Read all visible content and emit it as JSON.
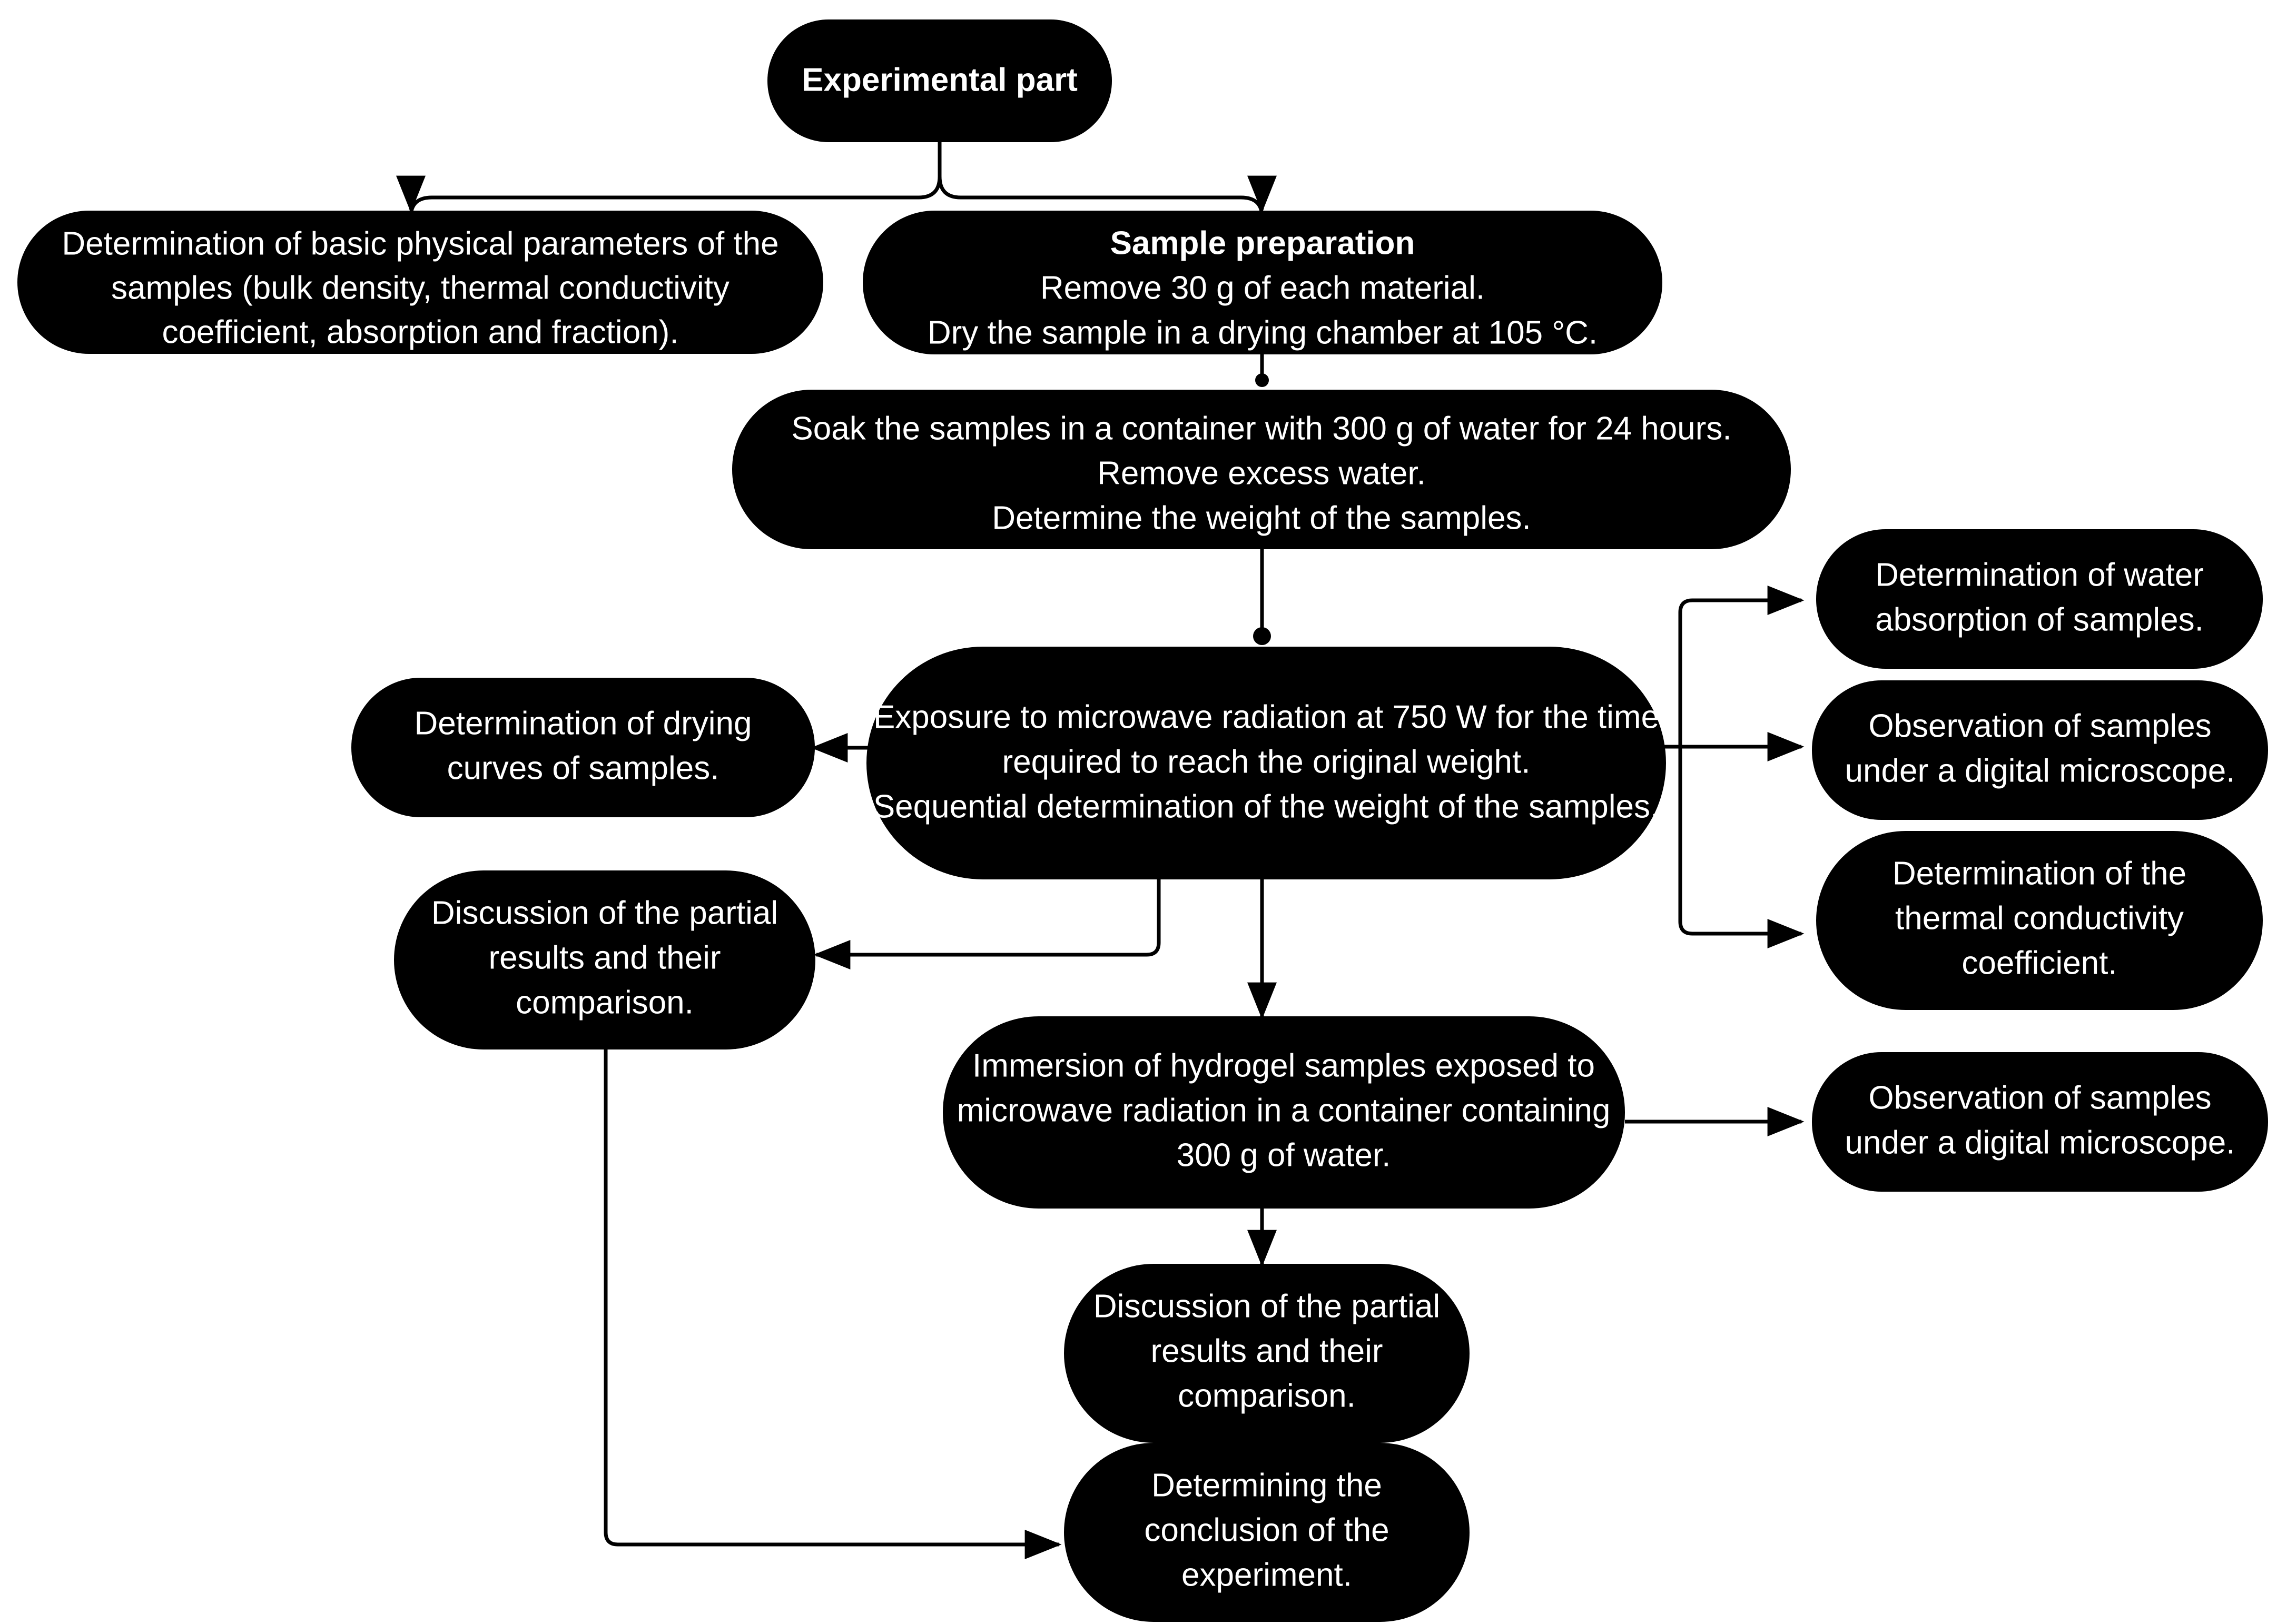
{
  "diagram": {
    "title": "Experimental part flowchart",
    "background_color": "#ffffff",
    "node_fill_color": "#000000",
    "node_text_color": "#ffffff",
    "connector_color": "#000000"
  },
  "nodes": {
    "root": {
      "label": "Experimental part",
      "bold": true
    },
    "basic_params": {
      "line1": "Determination of basic physical parameters of the",
      "line2": "samples (bulk density, thermal conductivity",
      "line3": "coefficient, absorption and fraction)."
    },
    "sample_prep": {
      "line1": "Sample preparation",
      "line2": "Remove 30 g of each material.",
      "line3": "Dry the sample in a drying chamber at 105 °C."
    },
    "soak": {
      "line1": "Soak the samples in a container with 300 g of water for 24 hours.",
      "line2": "Remove excess water.",
      "line3": "Determine the weight of the samples."
    },
    "microwave": {
      "line1": "Exposure to microwave radiation at 750 W for the time",
      "line2": "required to reach the original weight.",
      "line3": "Sequential determination of the weight of the samples."
    },
    "drying_curves": {
      "line1": "Determination of drying",
      "line2": "curves of samples."
    },
    "water_absorption": {
      "line1": "Determination of water",
      "line2": "absorption of samples."
    },
    "microscope_top": {
      "line1": "Observation of samples",
      "line2": "under a digital microscope."
    },
    "thermal_conductivity": {
      "line1": "Determination of the",
      "line2": "thermal conductivity",
      "line3": "coefficient."
    },
    "discussion_left": {
      "line1": "Discussion of the partial",
      "line2": "results and their",
      "line3": "comparison."
    },
    "immersion": {
      "line1": "Immersion of hydrogel samples exposed to",
      "line2": "microwave radiation in a container containing",
      "line3": "300 g of water."
    },
    "microscope_bottom": {
      "line1": "Observation of samples",
      "line2": "under a digital microscope."
    },
    "discussion_center": {
      "line1": "Discussion of the partial",
      "line2": "results and their",
      "line3": "comparison."
    },
    "conclusion": {
      "line1": "Determining the",
      "line2": "conclusion of the",
      "line3": "experiment."
    }
  },
  "edges": [
    {
      "name": "root-to-basic-params",
      "from": "root",
      "to": "basic_params",
      "style": "arrow"
    },
    {
      "name": "root-to-sample-prep",
      "from": "root",
      "to": "sample_prep",
      "style": "arrow"
    },
    {
      "name": "sample-prep-to-soak",
      "from": "sample_prep",
      "to": "soak",
      "style": "dot"
    },
    {
      "name": "soak-to-microwave",
      "from": "soak",
      "to": "microwave",
      "style": "dot"
    },
    {
      "name": "microwave-to-drying-curves",
      "from": "microwave",
      "to": "drying_curves",
      "style": "arrow"
    },
    {
      "name": "microwave-to-water-absorption",
      "from": "microwave",
      "to": "water_absorption",
      "style": "arrow"
    },
    {
      "name": "microwave-to-microscope-top",
      "from": "microwave",
      "to": "microscope_top",
      "style": "arrow"
    },
    {
      "name": "microwave-to-thermal-conductivity",
      "from": "microwave",
      "to": "thermal_conductivity",
      "style": "arrow"
    },
    {
      "name": "microwave-to-discussion-left",
      "from": "microwave",
      "to": "discussion_left",
      "style": "arrow"
    },
    {
      "name": "microwave-to-immersion",
      "from": "microwave",
      "to": "immersion",
      "style": "arrow"
    },
    {
      "name": "immersion-to-microscope-bottom",
      "from": "immersion",
      "to": "microscope_bottom",
      "style": "arrow"
    },
    {
      "name": "immersion-to-discussion-center",
      "from": "immersion",
      "to": "discussion_center",
      "style": "arrow"
    },
    {
      "name": "discussion-center-to-conclusion",
      "from": "discussion_center",
      "to": "conclusion",
      "style": "arrow"
    },
    {
      "name": "discussion-left-to-conclusion",
      "from": "discussion_left",
      "to": "conclusion",
      "style": "arrow"
    }
  ]
}
